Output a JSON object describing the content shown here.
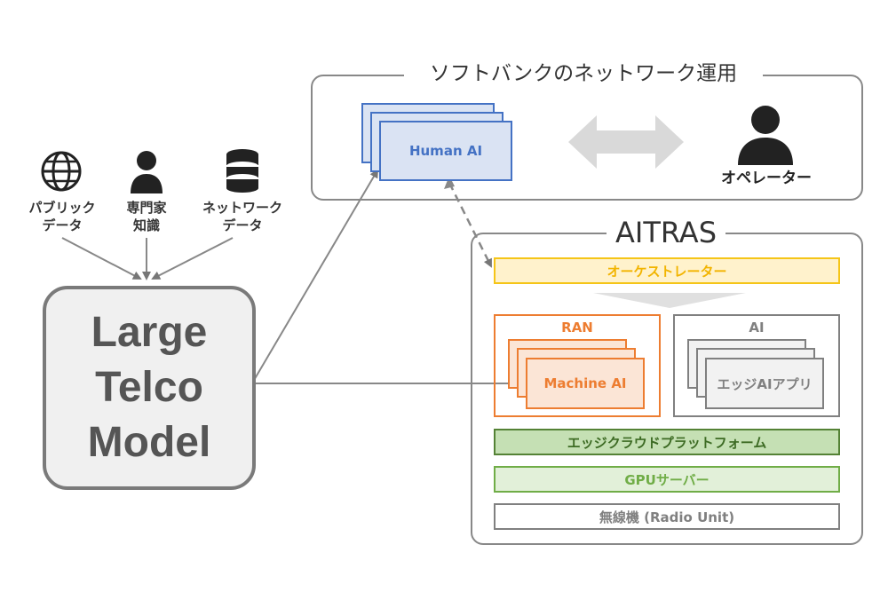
{
  "network_group": {
    "title": "ソフトバンクのネットワーク運用"
  },
  "human_ai": {
    "label": "Human AI"
  },
  "operator": {
    "label": "オペレーター"
  },
  "sources": [
    {
      "line1": "パブリック",
      "line2": "データ",
      "icon": "globe-icon"
    },
    {
      "line1": "専門家",
      "line2": "知識",
      "icon": "person-icon"
    },
    {
      "line1": "ネットワーク",
      "line2": "データ",
      "icon": "database-icon"
    }
  ],
  "model": {
    "line1": "Large",
    "line2": "Telco",
    "line3": "Model"
  },
  "aitras": {
    "title": "AITRAS",
    "orchestrator": "オーケストレーター",
    "ran": {
      "title": "RAN",
      "card": "Machine AI"
    },
    "ai": {
      "title": "AI",
      "card": "エッジAIアプリ"
    },
    "edge_cloud": "エッジクラウドプラットフォーム",
    "gpu": "GPUサーバー",
    "radio": "無線機 (Radio Unit)"
  },
  "colors": {
    "blue": "#4472c4",
    "blue_fill": "#dae3f3",
    "yellow": "#f5c518",
    "yellow_fill": "#fff2cc",
    "orange": "#ed7d31",
    "orange_fill": "#fbe5d6",
    "green": "#548235",
    "green_fill": "#c5e0b4",
    "lightgreen": "#70ad47",
    "lightgreen_fill": "#e2f0d9",
    "gray": "#808080"
  }
}
